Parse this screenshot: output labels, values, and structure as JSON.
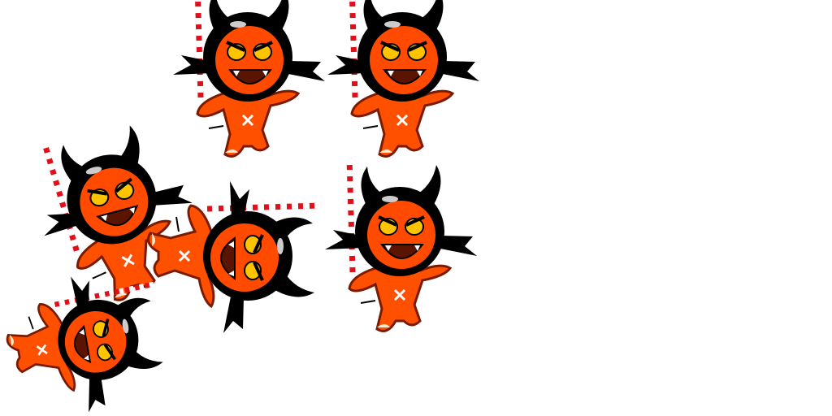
{
  "sprite_sheet": {
    "background": "#ffffff",
    "colors": {
      "body": "#ff5000",
      "outline": "#000000",
      "face": "#ff4a00",
      "eyes": "#ffc400",
      "mouth": "#5a1400",
      "fork_red": "#e0101a",
      "fork_white": "#ffffff",
      "cream": "#ffe8d0"
    },
    "sprites": [
      {
        "pose": "idle-angry"
      },
      {
        "pose": "idle-angry"
      },
      {
        "pose": "wink-laugh"
      },
      {
        "pose": "knocked-sideways"
      },
      {
        "pose": "idle-angry"
      },
      {
        "pose": "knocked-down"
      }
    ]
  }
}
